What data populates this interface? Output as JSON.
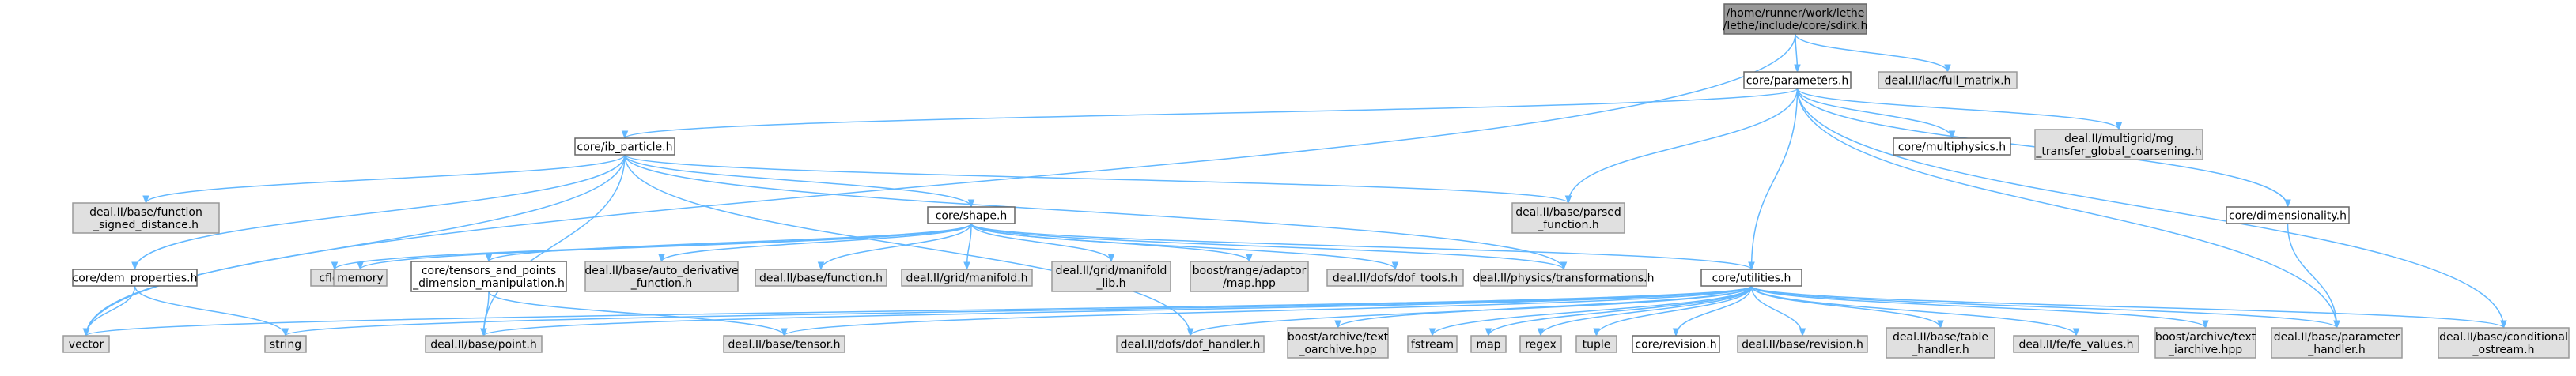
{
  "diagram": {
    "type": "include-dependency-graph",
    "colors": {
      "edge": "#63b8ff",
      "root_fill": "#999999",
      "external_fill": "#e0e0e0",
      "local_fill": "#ffffff"
    },
    "nodes": {
      "sdirk": {
        "label": [
          "/home/runner/work/lethe",
          "/lethe/include/core/sdirk.h"
        ],
        "kind": "root"
      },
      "parameters": {
        "label": [
          "core/parameters.h"
        ],
        "kind": "local"
      },
      "full_matrix": {
        "label": [
          "deal.II/lac/full_matrix.h"
        ],
        "kind": "ext"
      },
      "ib_particle": {
        "label": [
          "core/ib_particle.h"
        ],
        "kind": "local"
      },
      "multiphysics": {
        "label": [
          "core/multiphysics.h"
        ],
        "kind": "local"
      },
      "mg_transfer": {
        "label": [
          "deal.II/multigrid/mg",
          "_transfer_global_coarsening.h"
        ],
        "kind": "ext"
      },
      "func_signed": {
        "label": [
          "deal.II/base/function",
          "_signed_distance.h"
        ],
        "kind": "ext"
      },
      "parsed_function": {
        "label": [
          "deal.II/base/parsed",
          "_function.h"
        ],
        "kind": "ext"
      },
      "dimensionality": {
        "label": [
          "core/dimensionality.h"
        ],
        "kind": "local"
      },
      "shape": {
        "label": [
          "core/shape.h"
        ],
        "kind": "local"
      },
      "dem_properties": {
        "label": [
          "core/dem_properties.h"
        ],
        "kind": "local"
      },
      "cfloat": {
        "label": [
          "cfloat"
        ],
        "kind": "ext"
      },
      "memory": {
        "label": [
          "memory"
        ],
        "kind": "ext"
      },
      "tensors": {
        "label": [
          "core/tensors_and_points",
          "_dimension_manipulation.h"
        ],
        "kind": "local"
      },
      "auto_deriv": {
        "label": [
          "deal.II/base/auto_derivative",
          "_function.h"
        ],
        "kind": "ext"
      },
      "base_function": {
        "label": [
          "deal.II/base/function.h"
        ],
        "kind": "ext"
      },
      "grid_manifold": {
        "label": [
          "deal.II/grid/manifold.h"
        ],
        "kind": "ext"
      },
      "grid_manifold_lib": {
        "label": [
          "deal.II/grid/manifold",
          "_lib.h"
        ],
        "kind": "ext"
      },
      "boost_map": {
        "label": [
          "boost/range/adaptor",
          "/map.hpp"
        ],
        "kind": "ext"
      },
      "dof_tools": {
        "label": [
          "deal.II/dofs/dof_tools.h"
        ],
        "kind": "ext"
      },
      "physics_transf": {
        "label": [
          "deal.II/physics/transformations.h"
        ],
        "kind": "ext"
      },
      "utilities": {
        "label": [
          "core/utilities.h"
        ],
        "kind": "local"
      },
      "vector": {
        "label": [
          "vector"
        ],
        "kind": "ext"
      },
      "string": {
        "label": [
          "string"
        ],
        "kind": "ext"
      },
      "point": {
        "label": [
          "deal.II/base/point.h"
        ],
        "kind": "ext"
      },
      "tensor": {
        "label": [
          "deal.II/base/tensor.h"
        ],
        "kind": "ext"
      },
      "dof_handler": {
        "label": [
          "deal.II/dofs/dof_handler.h"
        ],
        "kind": "ext"
      },
      "text_oarchive": {
        "label": [
          "boost/archive/text",
          "_oarchive.hpp"
        ],
        "kind": "ext"
      },
      "fstream": {
        "label": [
          "fstream"
        ],
        "kind": "ext"
      },
      "map": {
        "label": [
          "map"
        ],
        "kind": "ext"
      },
      "regex": {
        "label": [
          "regex"
        ],
        "kind": "ext"
      },
      "tuple": {
        "label": [
          "tuple"
        ],
        "kind": "ext"
      },
      "core_revision": {
        "label": [
          "core/revision.h"
        ],
        "kind": "local"
      },
      "base_revision": {
        "label": [
          "deal.II/base/revision.h"
        ],
        "kind": "ext"
      },
      "table_handler": {
        "label": [
          "deal.II/base/table",
          "_handler.h"
        ],
        "kind": "ext"
      },
      "fe_values": {
        "label": [
          "deal.II/fe/fe_values.h"
        ],
        "kind": "ext"
      },
      "text_iarchive": {
        "label": [
          "boost/archive/text",
          "_iarchive.hpp"
        ],
        "kind": "ext"
      },
      "param_handler": {
        "label": [
          "deal.II/base/parameter",
          "_handler.h"
        ],
        "kind": "ext"
      },
      "cond_ostream": {
        "label": [
          "deal.II/base/conditional",
          "_ostream.h"
        ],
        "kind": "ext"
      }
    },
    "edges": [
      [
        "sdirk",
        "parameters"
      ],
      [
        "sdirk",
        "full_matrix"
      ],
      [
        "sdirk",
        "vector"
      ],
      [
        "parameters",
        "ib_particle"
      ],
      [
        "parameters",
        "multiphysics"
      ],
      [
        "parameters",
        "mg_transfer"
      ],
      [
        "parameters",
        "parsed_function"
      ],
      [
        "parameters",
        "dimensionality"
      ],
      [
        "parameters",
        "utilities"
      ],
      [
        "parameters",
        "param_handler"
      ],
      [
        "parameters",
        "cond_ostream"
      ],
      [
        "ib_particle",
        "func_signed"
      ],
      [
        "ib_particle",
        "parsed_function"
      ],
      [
        "ib_particle",
        "shape"
      ],
      [
        "ib_particle",
        "dem_properties"
      ],
      [
        "ib_particle",
        "vector"
      ],
      [
        "ib_particle",
        "point"
      ],
      [
        "ib_particle",
        "physics_transf"
      ],
      [
        "ib_particle",
        "dof_handler"
      ],
      [
        "dimensionality",
        "param_handler"
      ],
      [
        "shape",
        "cfloat"
      ],
      [
        "shape",
        "memory"
      ],
      [
        "shape",
        "tensors"
      ],
      [
        "shape",
        "auto_deriv"
      ],
      [
        "shape",
        "base_function"
      ],
      [
        "shape",
        "grid_manifold"
      ],
      [
        "shape",
        "grid_manifold_lib"
      ],
      [
        "shape",
        "boost_map"
      ],
      [
        "shape",
        "dof_tools"
      ],
      [
        "shape",
        "physics_transf"
      ],
      [
        "shape",
        "utilities"
      ],
      [
        "dem_properties",
        "vector"
      ],
      [
        "dem_properties",
        "string"
      ],
      [
        "tensors",
        "point"
      ],
      [
        "tensors",
        "tensor"
      ],
      [
        "utilities",
        "vector"
      ],
      [
        "utilities",
        "string"
      ],
      [
        "utilities",
        "point"
      ],
      [
        "utilities",
        "tensor"
      ],
      [
        "utilities",
        "dof_handler"
      ],
      [
        "utilities",
        "text_oarchive"
      ],
      [
        "utilities",
        "fstream"
      ],
      [
        "utilities",
        "map"
      ],
      [
        "utilities",
        "regex"
      ],
      [
        "utilities",
        "tuple"
      ],
      [
        "utilities",
        "core_revision"
      ],
      [
        "utilities",
        "base_revision"
      ],
      [
        "utilities",
        "table_handler"
      ],
      [
        "utilities",
        "fe_values"
      ],
      [
        "utilities",
        "text_iarchive"
      ],
      [
        "utilities",
        "param_handler"
      ],
      [
        "utilities",
        "cond_ostream"
      ]
    ]
  }
}
